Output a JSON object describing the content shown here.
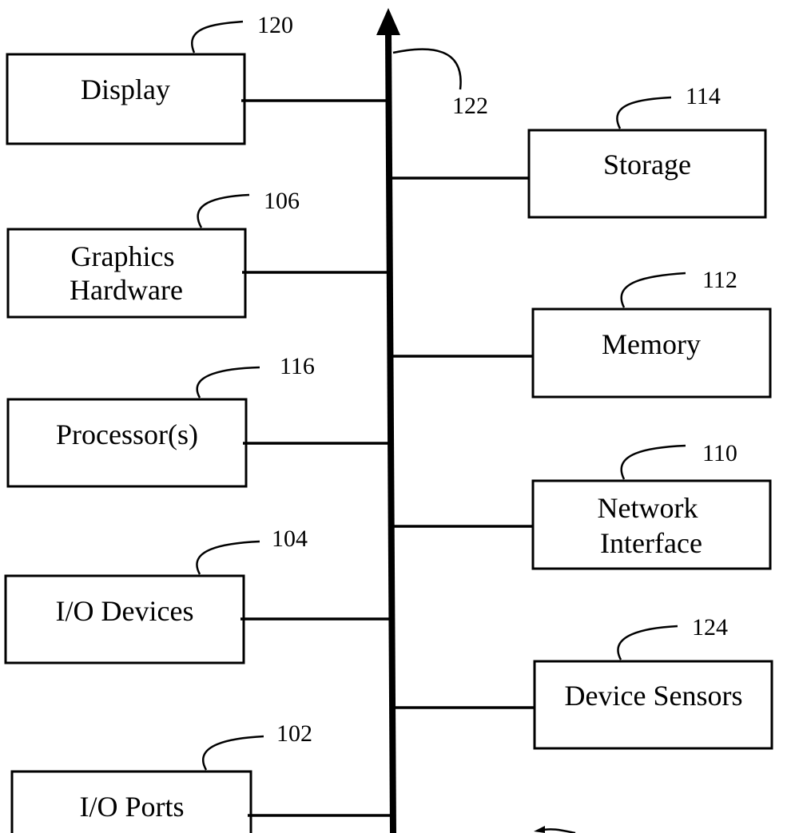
{
  "components": {
    "display": {
      "label_lines": [
        "Display"
      ],
      "ref": "120"
    },
    "graphics": {
      "label_lines": [
        "Graphics",
        "Hardware"
      ],
      "ref": "106"
    },
    "processor": {
      "label_lines": [
        "Processor(s)"
      ],
      "ref": "116"
    },
    "io_devices": {
      "label_lines": [
        "I/O Devices"
      ],
      "ref": "104"
    },
    "io_ports": {
      "label_lines": [
        "I/O Ports"
      ],
      "ref": "102"
    },
    "storage": {
      "label_lines": [
        "Storage"
      ],
      "ref": "114"
    },
    "memory": {
      "label_lines": [
        "Memory"
      ],
      "ref": "112"
    },
    "network": {
      "label_lines": [
        "Network",
        "Interface"
      ],
      "ref": "110"
    },
    "sensors": {
      "label_lines": [
        "Device Sensors"
      ],
      "ref": "124"
    }
  },
  "bus": {
    "ref": "122"
  }
}
